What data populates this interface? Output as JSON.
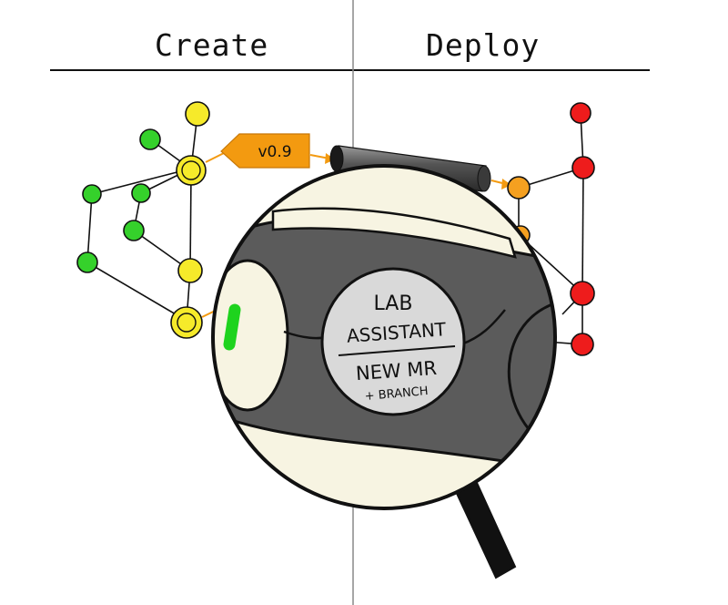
{
  "headings": {
    "create": "Create",
    "deploy": "Deploy"
  },
  "version_tag": {
    "label": "v0.9",
    "color": "#f39a10"
  },
  "lens": {
    "badge_line1": "LAB",
    "badge_line2": "ASSISTANT",
    "badge_line3": "NEW MR",
    "badge_line4": "+ BRANCH"
  },
  "colors": {
    "green_node": "#35d12b",
    "yellow_node": "#f6ea2a",
    "orange_node": "#f5a020",
    "red_node": "#ee1c1c",
    "pipe": "#3d3d3d",
    "lens_fill": "#5b5b5b",
    "lens_background": "#f7f4e2",
    "highlight": "#1ed31e",
    "divider": "#888888"
  }
}
